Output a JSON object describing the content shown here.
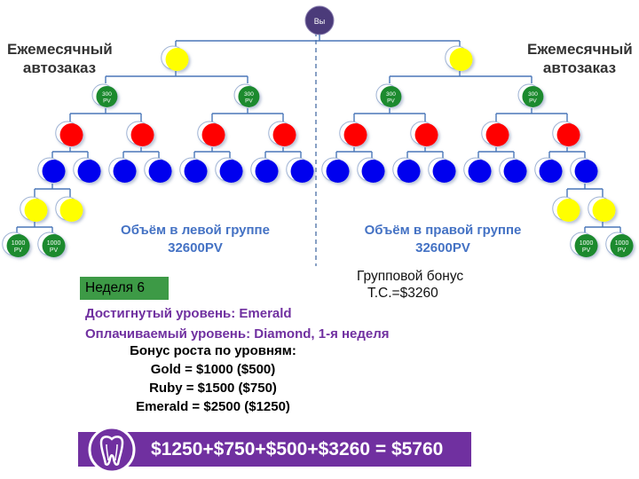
{
  "root": {
    "label": "Вы"
  },
  "tree": {
    "levels": [
      {
        "type": "yellow",
        "count": 2
      },
      {
        "type": "green",
        "count": 4,
        "label": "300 PV"
      },
      {
        "type": "red",
        "count": 8
      },
      {
        "type": "blue",
        "count": 16
      },
      {
        "type": "yellow",
        "count": 4
      },
      {
        "type": "green",
        "count": 4,
        "label": "1000 PV"
      }
    ]
  },
  "left_caption": [
    "Ежемесячный",
    "автозаказ"
  ],
  "right_caption": [
    "Ежемесячный",
    "автозаказ"
  ],
  "left_volume": [
    "Объём в левой группе",
    "32600PV"
  ],
  "right_volume": [
    "Объём в правой группе",
    "32600PV"
  ],
  "group_bonus": [
    "Групповой бонус",
    "Т.С.=$3260"
  ],
  "week_label": "Неделя 6",
  "achieved_level": "Достигнутый уровень: Emerald",
  "paid_level": "Оплачиваемый уровень: Diamond, 1-я неделя",
  "rank_bonus": {
    "title": "Бонус роста по уровням:",
    "items": [
      "Gold = $1000 ($500)",
      "Ruby = $1500 ($750)",
      "Emerald = $2500 ($1250)"
    ]
  },
  "formula": "$1250+$750+$500+$3260 = $5760",
  "colors": {
    "yellow": "#ffff00",
    "green": "#1a8a2e",
    "red": "#ff0000",
    "blue": "#0000ee",
    "root": "#4b3b7a",
    "connector": "#4a77b8",
    "accent": "#7030a0",
    "volume_text": "#4472c4",
    "week_bg": "#3d9a46"
  }
}
